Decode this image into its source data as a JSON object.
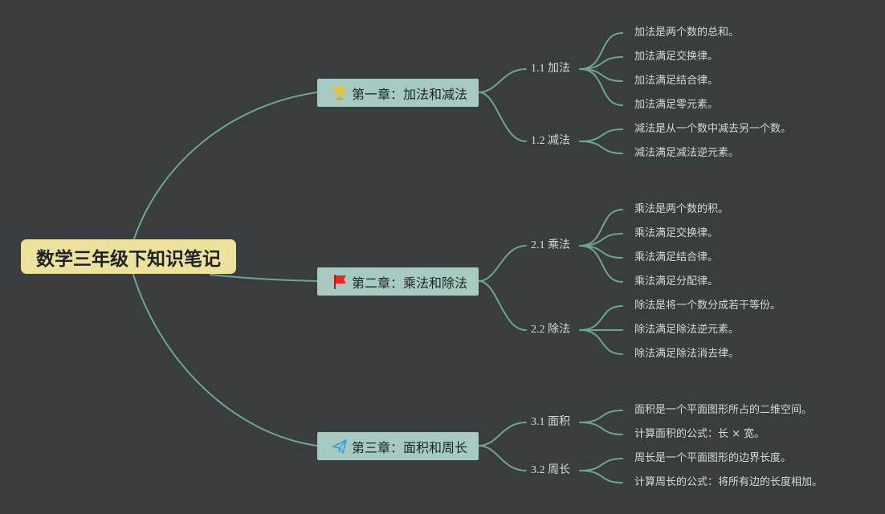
{
  "root": {
    "title": "数学三年级下知识笔记"
  },
  "chapters": [
    {
      "title": "第一章：加法和减法",
      "icon": "trophy-icon",
      "sections": [
        {
          "title": "1.1 加法",
          "items": [
            "加法是两个数的总和。",
            "加法满足交换律。",
            "加法满足结合律。",
            "加法满足零元素。"
          ]
        },
        {
          "title": "1.2 减法",
          "items": [
            "减法是从一个数中减去另一个数。",
            "减法满足减法逆元素。"
          ]
        }
      ]
    },
    {
      "title": "第二章：乘法和除法",
      "icon": "red-flag-icon",
      "sections": [
        {
          "title": "2.1 乘法",
          "items": [
            "乘法是两个数的积。",
            "乘法满足交换律。",
            "乘法满足结合律。",
            "乘法满足分配律。"
          ]
        },
        {
          "title": "2.2 除法",
          "items": [
            "除法是将一个数分成若干等份。",
            "除法满足除法逆元素。",
            "除法满足除法消去律。"
          ]
        }
      ]
    },
    {
      "title": "第三章：面积和周长",
      "icon": "paper-plane-icon",
      "sections": [
        {
          "title": "3.1 面积",
          "items": [
            "面积是一个平面图形所占的二维空间。",
            "计算面积的公式：长 × 宽。"
          ]
        },
        {
          "title": "3.2 周长",
          "items": [
            "周长是一个平面图形的边界长度。",
            "计算周长的公式：将所有边的长度相加。"
          ]
        }
      ]
    }
  ],
  "colors": {
    "background": "#393d3f",
    "connector": "#6ea596",
    "root_fill": "#ece29c",
    "chapter_fill": "#a6c9c1",
    "leaf_text": "#d4d9d9"
  }
}
